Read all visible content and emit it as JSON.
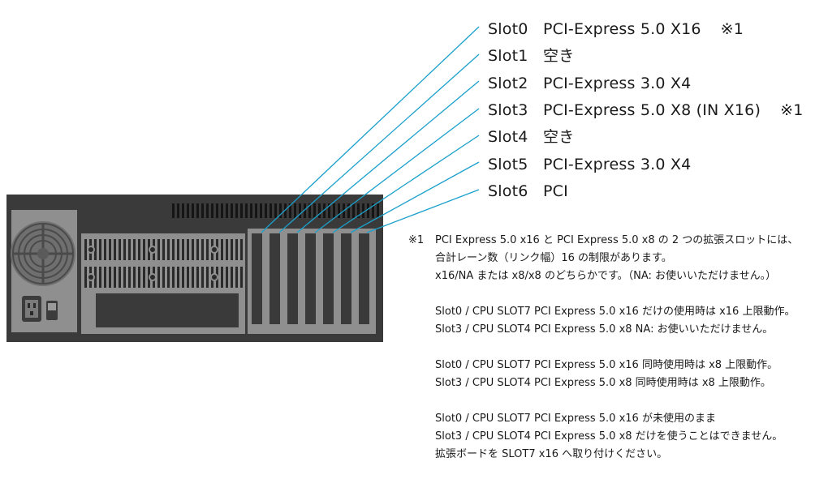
{
  "slots": [
    {
      "name": "Slot0",
      "desc": "PCI-Express 5.0 X16",
      "note": "※1"
    },
    {
      "name": "Slot1",
      "desc": "空き",
      "note": ""
    },
    {
      "name": "Slot2",
      "desc": "PCI-Express 3.0 X4",
      "note": ""
    },
    {
      "name": "Slot3",
      "desc": "PCI-Express 5.0 X8 (IN X16)",
      "note": "※1"
    },
    {
      "name": "Slot4",
      "desc": "空き",
      "note": ""
    },
    {
      "name": "Slot5",
      "desc": "PCI-Express 3.0 X4",
      "note": ""
    },
    {
      "name": "Slot6",
      "desc": "PCI",
      "note": ""
    }
  ],
  "notes": {
    "mark": "※1",
    "first_line": "PCI Express 5.0 x16 と PCI Express 5.0 x8 の 2 つの拡張スロットには、",
    "line2": "合計レーン数（リンク幅）16 の制限があります。",
    "line3": "x16/NA または x8/x8 のどちらかです。（NA: お使いいただけません。）",
    "case1_line1": "Slot0 / CPU SLOT7 PCI Express 5.0 x16 だけの使用時は x16 上限動作。",
    "case1_line2": "Slot3 / CPU SLOT4 PCI Express 5.0 x8 NA: お使いいただけません。",
    "case2_line1": "Slot0 / CPU SLOT7 PCI Express 5.0 x16 同時使用時は x8 上限動作。",
    "case2_line2": "Slot3 / CPU SLOT4 PCI Express 5.0 x8 同時使用時は x8 上限動作。",
    "case3_line1": "Slot0 / CPU SLOT7 PCI Express 5.0 x16 が未使用のまま",
    "case3_line2": "Slot3 / CPU SLOT4 PCI Express 5.0 x8 だけを使うことはできません。",
    "case3_line3": "拡張ボードを SLOT7 x16 へ取り付けください。"
  },
  "colors": {
    "chassis": "#3a3a3a",
    "panel": "#8f8f8f",
    "leader_line": "#1aa0cc"
  }
}
